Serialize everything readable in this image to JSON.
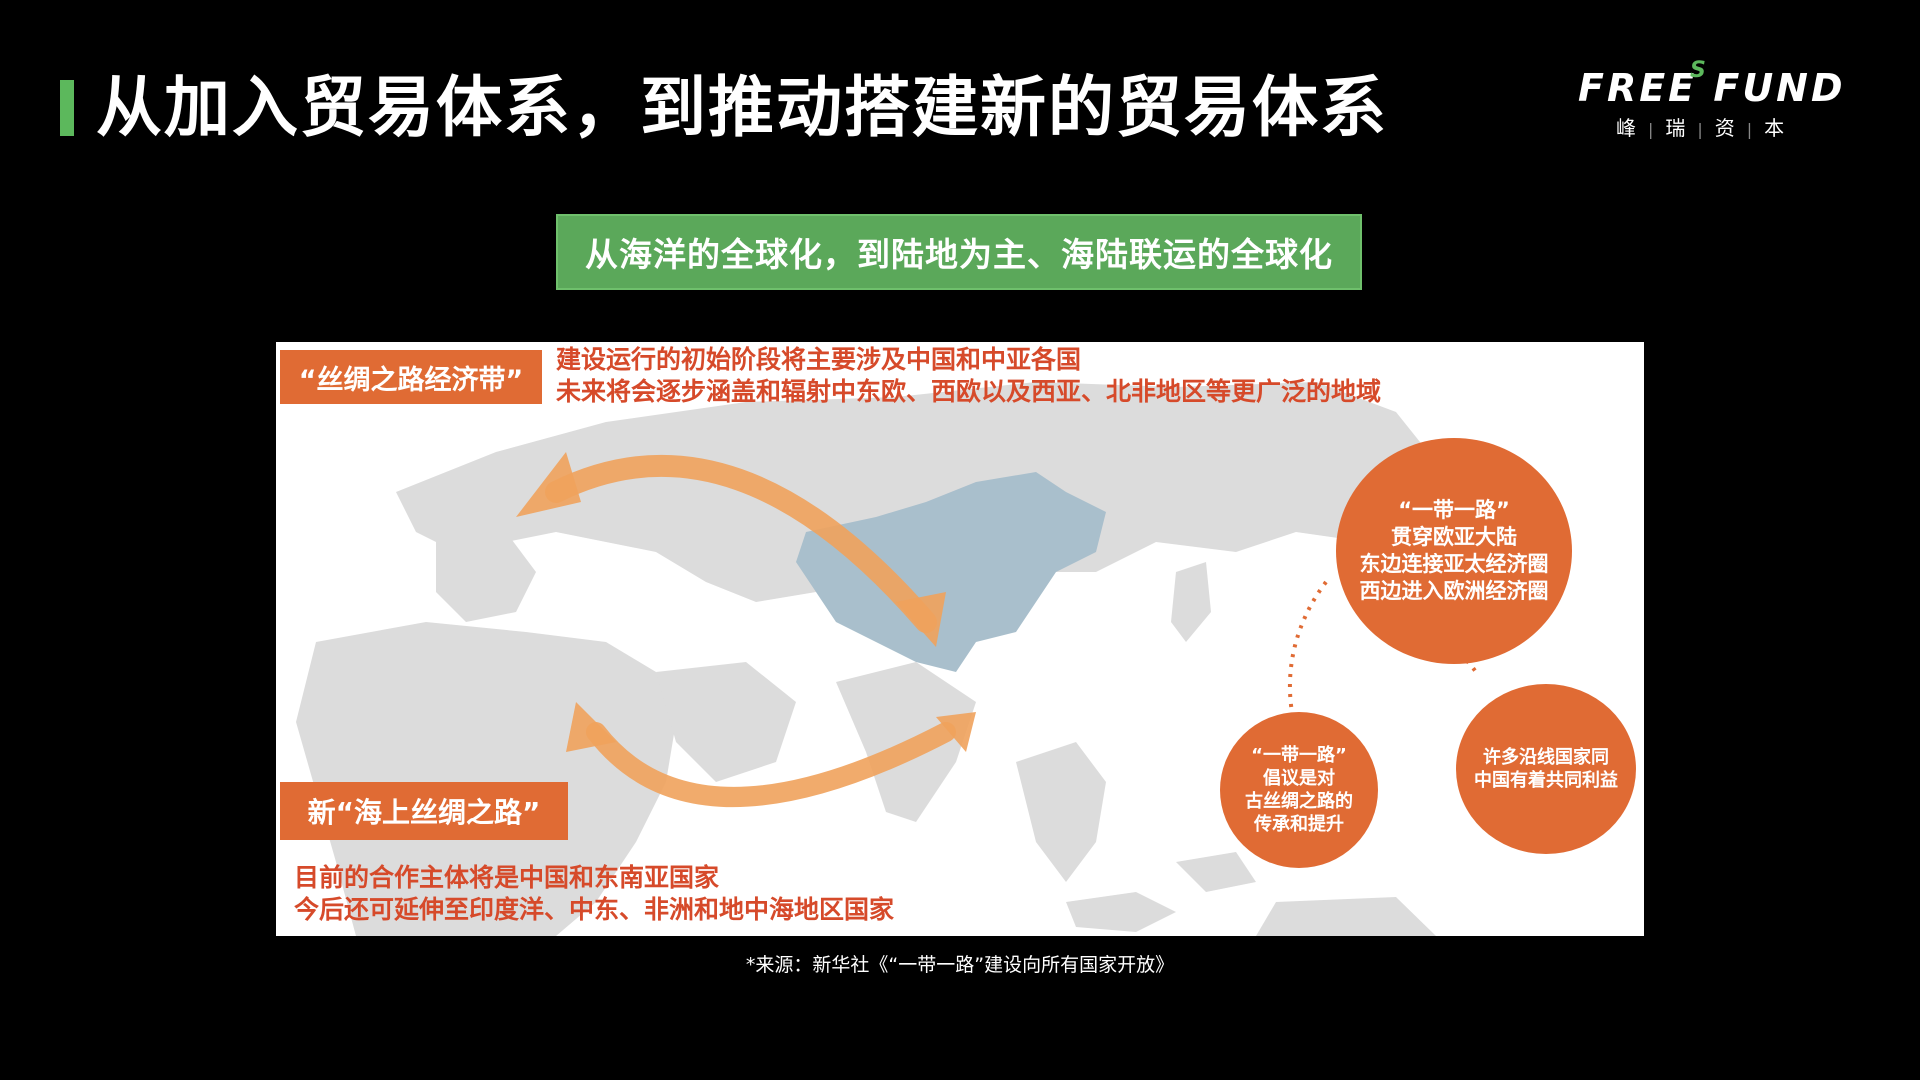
{
  "header": {
    "title": "从加入贸易体系，到推动搭建新的贸易体系",
    "logo_main": "FREE FUND",
    "logo_s": "S",
    "logo_sub": [
      "峰",
      "瑞",
      "资",
      "本"
    ]
  },
  "subtitle": "从海洋的全球化，到陆地为主、海陆联运的全球化",
  "map": {
    "belt_label": "“丝绸之路经济带”",
    "belt_desc": [
      "建设运行的初始阶段将主要涉及中国和中亚各国",
      "未来将会逐步涵盖和辐射中东欧、西欧以及西亚、北非地区等更广泛的地域"
    ],
    "road_label": "新“海上丝绸之路”",
    "road_desc": [
      "目前的合作主体将是中国和东南亚国家",
      "今后还可延伸至印度洋、中东、非洲和地中海地区国家"
    ],
    "circle_big": [
      "“一带一路”",
      "贯穿欧亚大陆",
      "东边连接亚太经济圈",
      "西边进入欧洲经济圈"
    ],
    "circle_left": [
      "“一带一路”",
      "倡议是对",
      "古丝绸之路的",
      "传承和提升"
    ],
    "circle_right": [
      "许多沿线国家同",
      "中国有着共同利益"
    ],
    "colors": {
      "accent": "#e06b34",
      "arrow": "#f0a25c",
      "china": "#a9bfcc",
      "land": "#dcdcdc"
    }
  },
  "source": "*来源：新华社《“一带一路”建设向所有国家开放》"
}
